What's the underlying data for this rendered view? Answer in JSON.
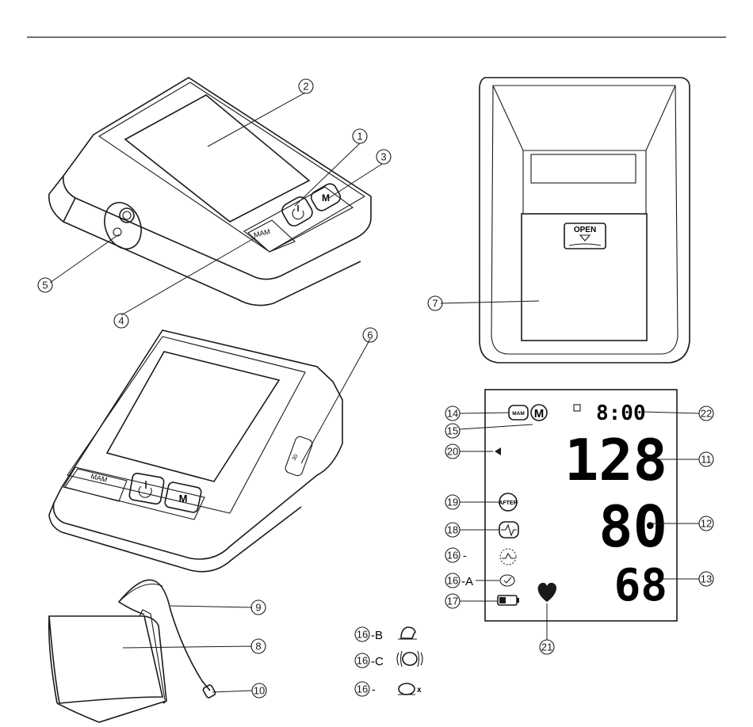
{
  "callouts": {
    "n1": "1",
    "n2": "2",
    "n3": "3",
    "n4": "4",
    "n5": "5",
    "n6": "6",
    "n7": "7",
    "n8": "8",
    "n9": "9",
    "n10": "10",
    "n11": "11",
    "n12": "12",
    "n13": "13",
    "n14": "14",
    "n15": "15",
    "n16": "16",
    "n17": "17",
    "n18": "18",
    "n19": "19",
    "n20": "20",
    "n21": "21",
    "n22": "22"
  },
  "callout_suffixes": {
    "s16a": "-A",
    "s16b": "-B",
    "s16c": "-C",
    "s16d1": "-",
    "s16d2": "-",
    "s16x": "x"
  },
  "device": {
    "mam_label": "MAM",
    "m_label": "M",
    "open_label": "OPEN",
    "tube_label": "30"
  },
  "display": {
    "time": "8:00",
    "systolic": "128",
    "diastolic": "80",
    "pulse": "68",
    "mam_icon": "MAM",
    "m_icon": "M",
    "after_icon": "AFTER"
  },
  "icons": {
    "power": "power-icon",
    "battery": "battery-icon",
    "heart": "heart-icon",
    "arrhythmia": "arrhythmia-icon",
    "cuff_ok": "cuff-ok-icon",
    "cuff_movement": "cuff-movement-icon",
    "cuff_error": "cuff-error-icon"
  }
}
